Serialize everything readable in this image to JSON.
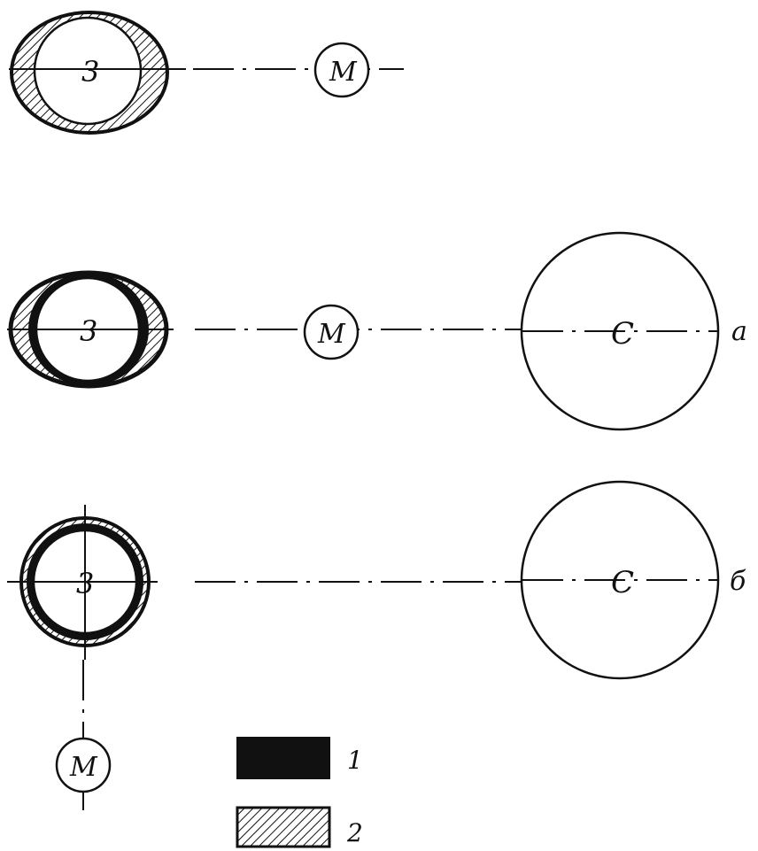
{
  "labels": {
    "earth": "3",
    "moon": "M",
    "sun": "C",
    "panel_a": "a",
    "panel_b": "б"
  },
  "legend": [
    {
      "key": "1",
      "fill": "#111111"
    },
    {
      "key": "2",
      "fill": "hatch"
    }
  ],
  "colors": {
    "ink": "#111111",
    "paper": "#ffffff"
  }
}
